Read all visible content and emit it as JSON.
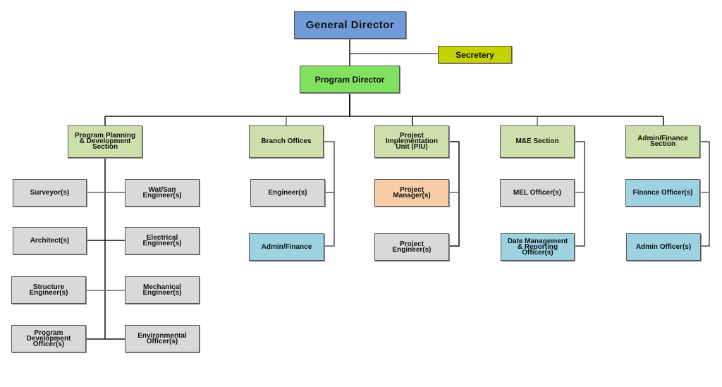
{
  "top": {
    "general_director": "General Director",
    "secretary": "Secretery",
    "program_director": "Program Director"
  },
  "sections": [
    {
      "label": "Program Planning\n& Development\nSection",
      "children": [
        "Surveyor(s)",
        "Wat/San\nEngineer(s)",
        "Architect(s)",
        "Electrical\nEngineer(s)",
        "Structure\nEngineer(s)",
        "Mechanical\nEngineer(s)",
        "Program\nDevelopment\nOfficer(s)",
        "Environmental\nOfficer(s)"
      ]
    },
    {
      "label": "Branch Offices",
      "children": [
        "Engineer(s)",
        "Admin/Finance"
      ]
    },
    {
      "label": "Project\nImplementation\nUnit (PIU)",
      "children": [
        "Project\nManager(s)",
        "Project\nEngineer(s)"
      ]
    },
    {
      "label": "M&E Section",
      "children": [
        "MEL Officer(s)",
        "Date Management\n& Reporting\nOfficer(s)"
      ]
    },
    {
      "label": "Admin/Finance\nSection",
      "children": [
        "Finance Officer(s)",
        "Admin Officer(s)"
      ]
    }
  ],
  "colors": {
    "general_director": "#6f9bd9",
    "program_director": "#80e060",
    "secretary": "#c6d200",
    "section": "#cddfab",
    "staff_grey": "#d9d9d9",
    "staff_blue": "#9dd2e3",
    "staff_orange": "#f9cda8"
  }
}
